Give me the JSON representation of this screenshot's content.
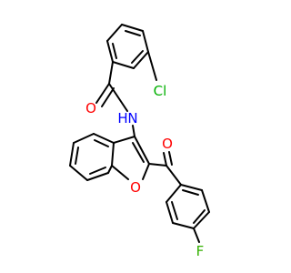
{
  "molecule": {
    "atoms": {
      "cl": {
        "label": "Cl"
      },
      "o_amide": {
        "label": "O"
      },
      "nh": {
        "label": "N"
      },
      "h": {
        "label": "H"
      },
      "o_ketone": {
        "label": "O"
      },
      "o_furan": {
        "label": "O"
      },
      "f": {
        "label": "F"
      }
    }
  },
  "colors": {
    "bond": "#000000",
    "carbon": "#000000",
    "oxygen": "#ff0000",
    "nitrogen": "#0000ff",
    "chlorine": "#00b000",
    "fluorine": "#33b000"
  }
}
